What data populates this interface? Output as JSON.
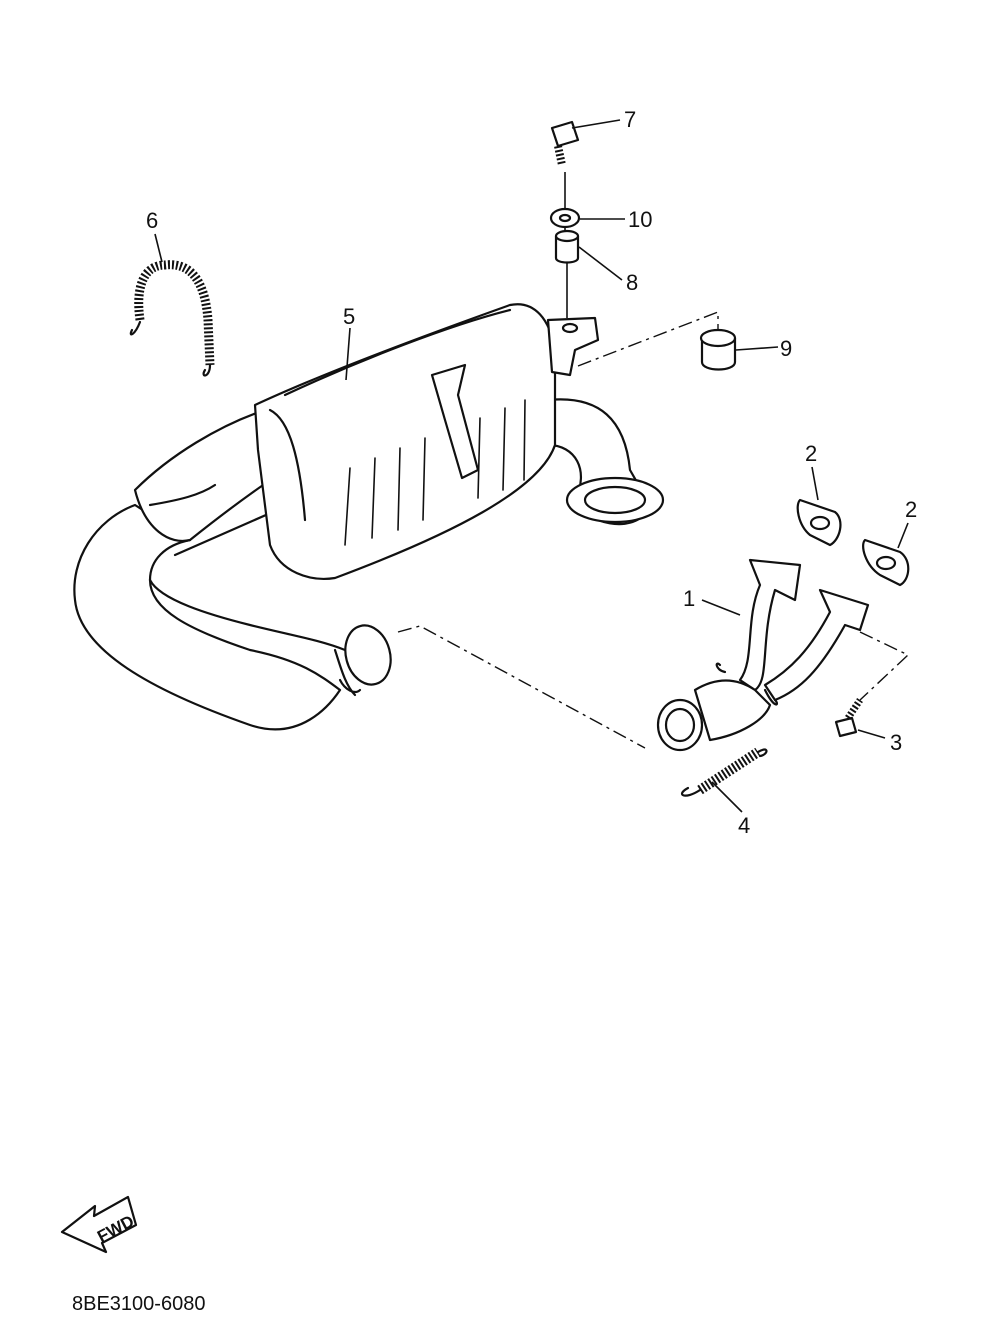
{
  "diagram": {
    "callouts": [
      {
        "id": "1",
        "text": "1"
      },
      {
        "id": "2a",
        "text": "2"
      },
      {
        "id": "2b",
        "text": "2"
      },
      {
        "id": "3",
        "text": "3"
      },
      {
        "id": "4",
        "text": "4"
      },
      {
        "id": "5",
        "text": "5"
      },
      {
        "id": "6",
        "text": "6"
      },
      {
        "id": "7",
        "text": "7"
      },
      {
        "id": "8",
        "text": "8"
      },
      {
        "id": "9",
        "text": "9"
      },
      {
        "id": "10",
        "text": "10"
      }
    ],
    "fwd_label": "FWD",
    "drawing_code": "8BE3100-6080"
  }
}
